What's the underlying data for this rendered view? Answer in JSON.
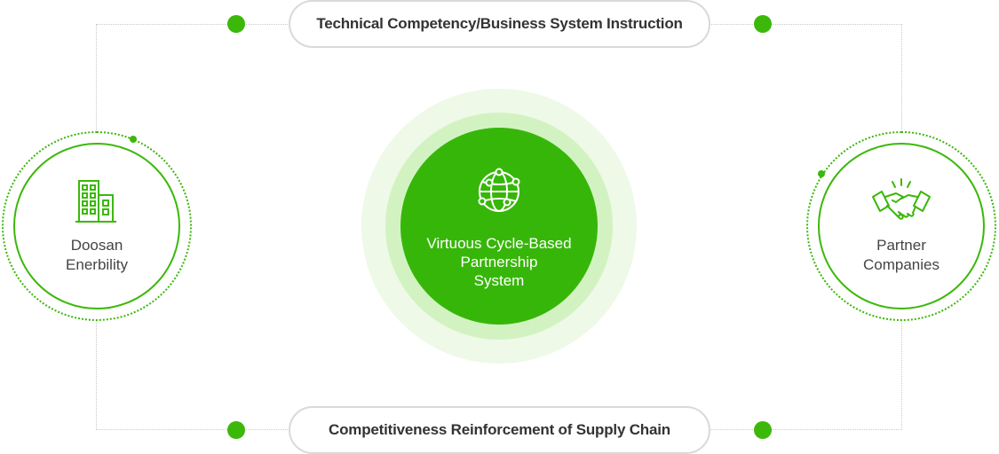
{
  "top_pill": {
    "label": "Technical Competency/Business System Instruction"
  },
  "bottom_pill": {
    "label": "Competitiveness Reinforcement of Supply Chain"
  },
  "left_node": {
    "label": "Doosan\nEnerbility",
    "icon": "building-icon"
  },
  "right_node": {
    "label": "Partner\nCompanies",
    "icon": "handshake-icon"
  },
  "center_node": {
    "label": "Virtuous Cycle-Based\nPartnership\nSystem",
    "icon": "globe-network-icon"
  },
  "colors": {
    "accent": "#3cb80a",
    "core": "#37b60a",
    "halo_light": "#eef9e8",
    "halo_mid": "#d2f3c1",
    "text": "#333333"
  }
}
